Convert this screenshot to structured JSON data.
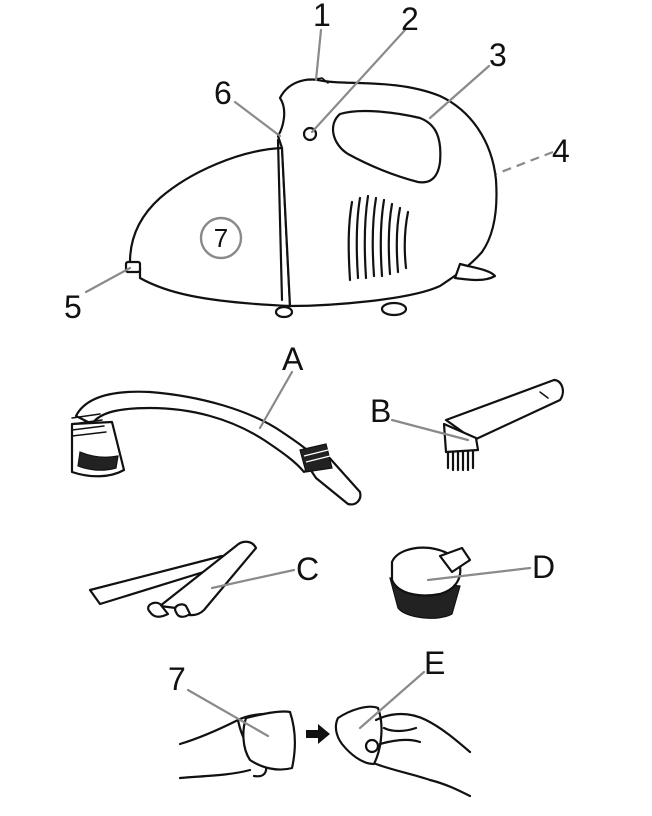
{
  "colors": {
    "ink": "#111111",
    "leader": "#8a8a8a",
    "background": "#ffffff"
  },
  "labels": {
    "n1": "1",
    "n2": "2",
    "n3": "3",
    "n4": "4",
    "n5": "5",
    "n6": "6",
    "n7_body": "7",
    "n7_hand": "7",
    "a": "A",
    "b": "B",
    "c": "C",
    "d": "D",
    "e": "E"
  },
  "icons": {
    "arrow": "right-arrow-icon"
  }
}
